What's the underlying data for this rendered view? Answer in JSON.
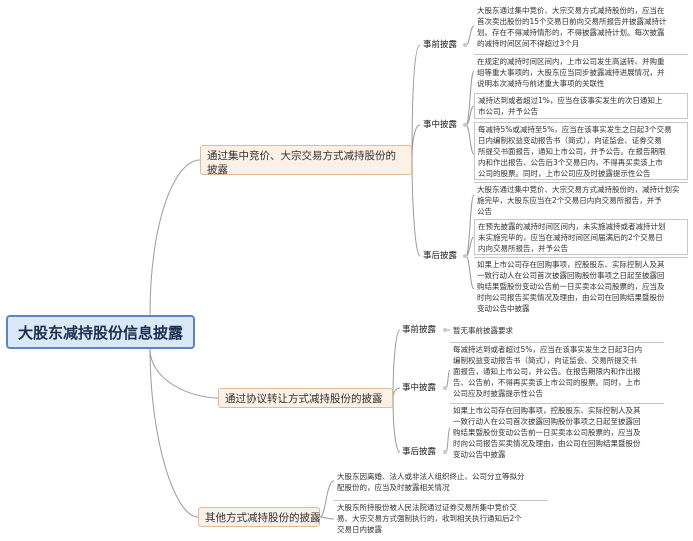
{
  "root": {
    "label": "大股东减持股份信息披露"
  },
  "branches": [
    {
      "label": "通过集中竞价、大宗交易方式减持股份的披露",
      "phases": [
        {
          "label": "事前披露",
          "items": [
            [
              "大股东通过集中竞价、大宗交易方式减持股份的，应当在",
              "首次卖出股份的15个交易日前向交易所报告并披露减持计",
              "划。存在不得减持情形的，不得披露减持计划。每次披露",
              "的减持时间区间不得超过3个月"
            ]
          ]
        },
        {
          "label": "事中披露",
          "items": [
            [
              "在规定的减持时间区间内，上市公司发生高送转、并购重",
              "组等重大事项的，大股东应当同步披露减持进展情况，并",
              "说明本次减持与前述重大事项的关联性"
            ],
            [
              "减持达到或者超过1%，应当在该事实发生的次日通知上",
              "市公司，并予公告"
            ],
            [
              "每减持5%或减持至5%，应当在该事实发生之日起3个交易",
              "日内编制权益变动报告书（简式），向证监会、证券交易",
              "所提交书面报告，通知上市公司，并予公告。在报告期限",
              "内和作出报告、公告后3个交易日内，不得再买卖该上市",
              "公司的股票。同时，上市公司应及时披露提示性公告"
            ]
          ]
        },
        {
          "label": "事后披露",
          "items": [
            [
              "大股东通过集中竞价、大宗交易方式减持股份的，减持计划实",
              "施完毕，大股东应当在2个交易日内向交易所报告，并予",
              "公告"
            ],
            [
              "在预先披露的减持时间区间内，未实施减持或者减持计划",
              "未实施完毕的，应当在减持时间区间届满后的2个交易日",
              "内向交易所报告，并予公告"
            ],
            [
              "如果上市公司存在回购事项，控股股东、实际控制人及其",
              "一致行动人在公司首次披露回购股份事项之日起至披露回",
              "购结果暨股份变动公告前一日买卖本公司股票的，应当及",
              "时向公司报告买卖情况及理由，由公司在回购结果暨股份",
              "变动公告中披露"
            ]
          ]
        }
      ]
    },
    {
      "label": "通过协议转让方式减持股份的披露",
      "phases": [
        {
          "label": "事前披露",
          "items": [
            [
              "暂无事前披露要求"
            ]
          ]
        },
        {
          "label": "事中披露",
          "items": [
            [
              "每减持达到或者超过5%，应当在该事实发生之日起3日内",
              "编制权益变动报告书（简式），向证监会、交易所提交书",
              "面报告，通知上市公司，并公告。在报告期限内和作出报",
              "告、公告前，不得再买卖该上市公司的股票。同时，上市",
              "公司应及时披露提示性公告"
            ]
          ]
        },
        {
          "label": "事后披露",
          "items": [
            [
              "如果上市公司存在回购事项，控股股东、实际控制人及其",
              "一致行动人在公司首次披露回购股份事项之日起至披露回",
              "购结果暨股份变动公告前一日买卖本公司股票的，应当及",
              "时向公司报告买卖情况及理由，由公司在回购结果暨股份",
              "变动公告中披露"
            ]
          ]
        }
      ]
    },
    {
      "label": "其他方式减持股份的披露",
      "phases": [
        {
          "label": "",
          "items": [
            [
              "大股东因离婚、法人或非法人组织终止、公司分立等拟分",
              "配股份的，应当及时披露相关情况"
            ],
            [
              "大股东所持股份被人民法院通过证券交易所集中竞价交",
              "易、大宗交易方式强制执行的，收到相关执行通知后2个",
              "交易日内披露"
            ]
          ]
        }
      ]
    }
  ]
}
